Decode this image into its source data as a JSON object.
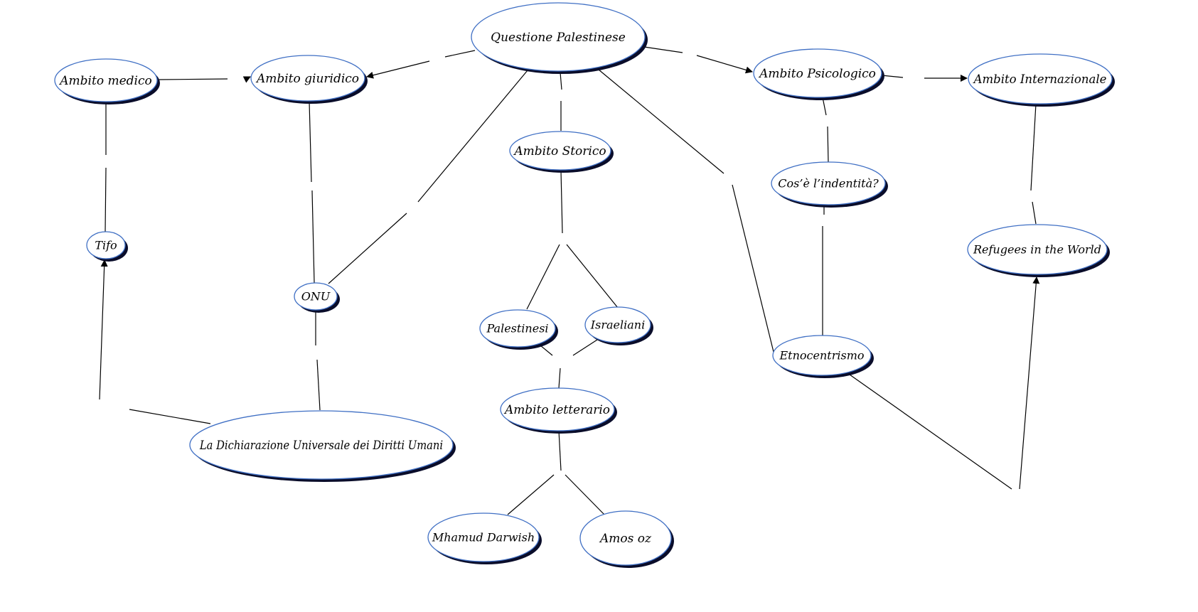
{
  "title": "Questione Palestinese",
  "colors": {
    "node_border": "#3f6fc4",
    "node_shadow": "#0a0d2a",
    "node_fill": "#ffffff",
    "edge": "#000000",
    "text": "#000000"
  },
  "nodes": [
    {
      "id": "questione",
      "label": "Questione Palestinese"
    },
    {
      "id": "giuridico",
      "label": "Ambito giuridico"
    },
    {
      "id": "medico",
      "label": "Ambito medico"
    },
    {
      "id": "psicologico",
      "label": "Ambito Psicologico"
    },
    {
      "id": "internazionale",
      "label": "Ambito Internazionale"
    },
    {
      "id": "storico",
      "label": "Ambito Storico"
    },
    {
      "id": "identita",
      "label": "Cos’è l’indentità?"
    },
    {
      "id": "refugees",
      "label": "Refugees in the World"
    },
    {
      "id": "tifo",
      "label": "Tifo"
    },
    {
      "id": "onu",
      "label": "ONU"
    },
    {
      "id": "palestinesi",
      "label": "Palestinesi"
    },
    {
      "id": "israeliani",
      "label": "Israeliani"
    },
    {
      "id": "etnocentrismo",
      "label": "Etnocentrismo"
    },
    {
      "id": "letterario",
      "label": "Ambito letterario"
    },
    {
      "id": "dichiarazione",
      "label": "La Dichiarazione Universale dei Diritti Umani"
    },
    {
      "id": "darwish",
      "label": "Mhamud Darwish"
    },
    {
      "id": "amos",
      "label": "Amos oz"
    }
  ],
  "edges": [
    {
      "from": "questione",
      "to": "giuridico",
      "arrow": true
    },
    {
      "from": "giuridico",
      "to": "medico",
      "arrow": true
    },
    {
      "from": "questione",
      "to": "psicologico",
      "arrow": true
    },
    {
      "from": "psicologico",
      "to": "internazionale",
      "arrow": true
    },
    {
      "from": "questione",
      "to": "storico",
      "arrow": false
    },
    {
      "from": "questione",
      "to": "onu",
      "arrow": false
    },
    {
      "from": "questione",
      "to": "etnocentrismo",
      "arrow": false
    },
    {
      "from": "medico",
      "to": "tifo",
      "arrow": false
    },
    {
      "from": "giuridico",
      "to": "onu",
      "arrow": false
    },
    {
      "from": "psicologico",
      "to": "identita",
      "arrow": false
    },
    {
      "from": "internazionale",
      "to": "refugees",
      "arrow": false
    },
    {
      "from": "storico",
      "to": "palestinesi",
      "arrow": false
    },
    {
      "from": "storico",
      "to": "israeliani",
      "arrow": false
    },
    {
      "from": "identita",
      "to": "etnocentrismo",
      "arrow": false
    },
    {
      "from": "onu",
      "to": "dichiarazione",
      "arrow": false
    },
    {
      "from": "dichiarazione",
      "to": "tifo",
      "arrow": true
    },
    {
      "from": "palestinesi",
      "to": "letterario",
      "arrow": false
    },
    {
      "from": "israeliani",
      "to": "letterario",
      "arrow": false
    },
    {
      "from": "etnocentrismo",
      "to": "refugees",
      "arrow": true
    },
    {
      "from": "letterario",
      "to": "darwish",
      "arrow": false
    },
    {
      "from": "letterario",
      "to": "amos",
      "arrow": false
    }
  ]
}
